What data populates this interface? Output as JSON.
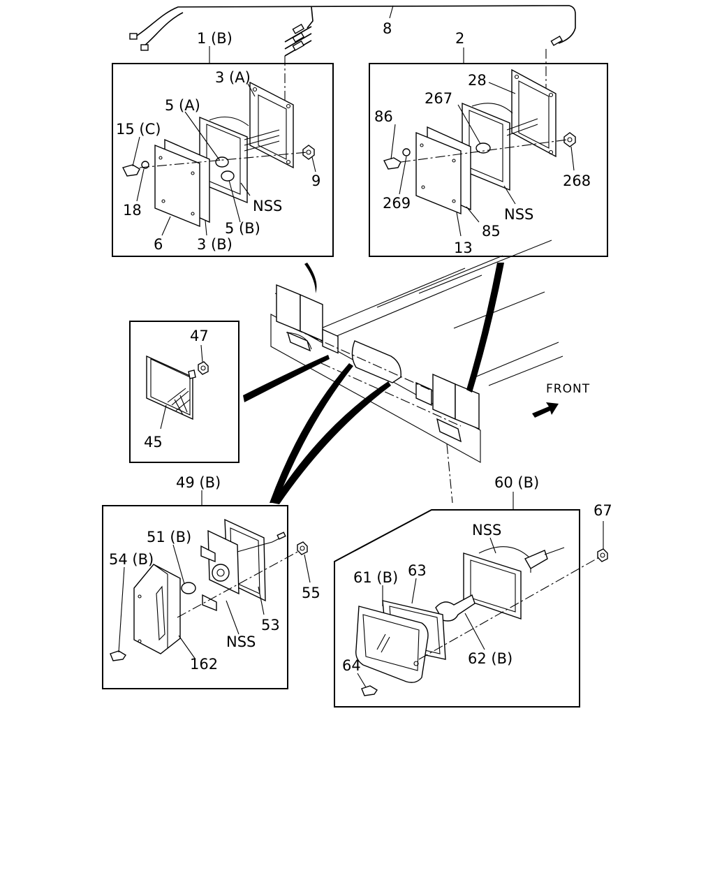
{
  "labels": {
    "p8": "8",
    "p1b": "1 (B)",
    "p2": "2",
    "p3a": "3 (A)",
    "p5a": "5 (A)",
    "p15c": "15 (C)",
    "p9": "9",
    "p18": "18",
    "nss_left": "NSS",
    "p5b": "5 (B)",
    "p6": "6",
    "p3b": "3 (B)",
    "p28": "28",
    "p267": "267",
    "p86": "86",
    "p268": "268",
    "p269": "269",
    "nss_right": "NSS",
    "p85": "85",
    "p13": "13",
    "p47": "47",
    "p45": "45",
    "front": "FRONT",
    "p49b": "49 (B)",
    "p51b": "51 (B)",
    "p54b": "54 (B)",
    "p55": "55",
    "p53": "53",
    "nss_bl": "NSS",
    "p162": "162",
    "p60b": "60 (B)",
    "p67": "67",
    "nss_br": "NSS",
    "p61b": "61 (B)",
    "p63": "63",
    "p62b": "62 (B)",
    "p64": "64"
  }
}
